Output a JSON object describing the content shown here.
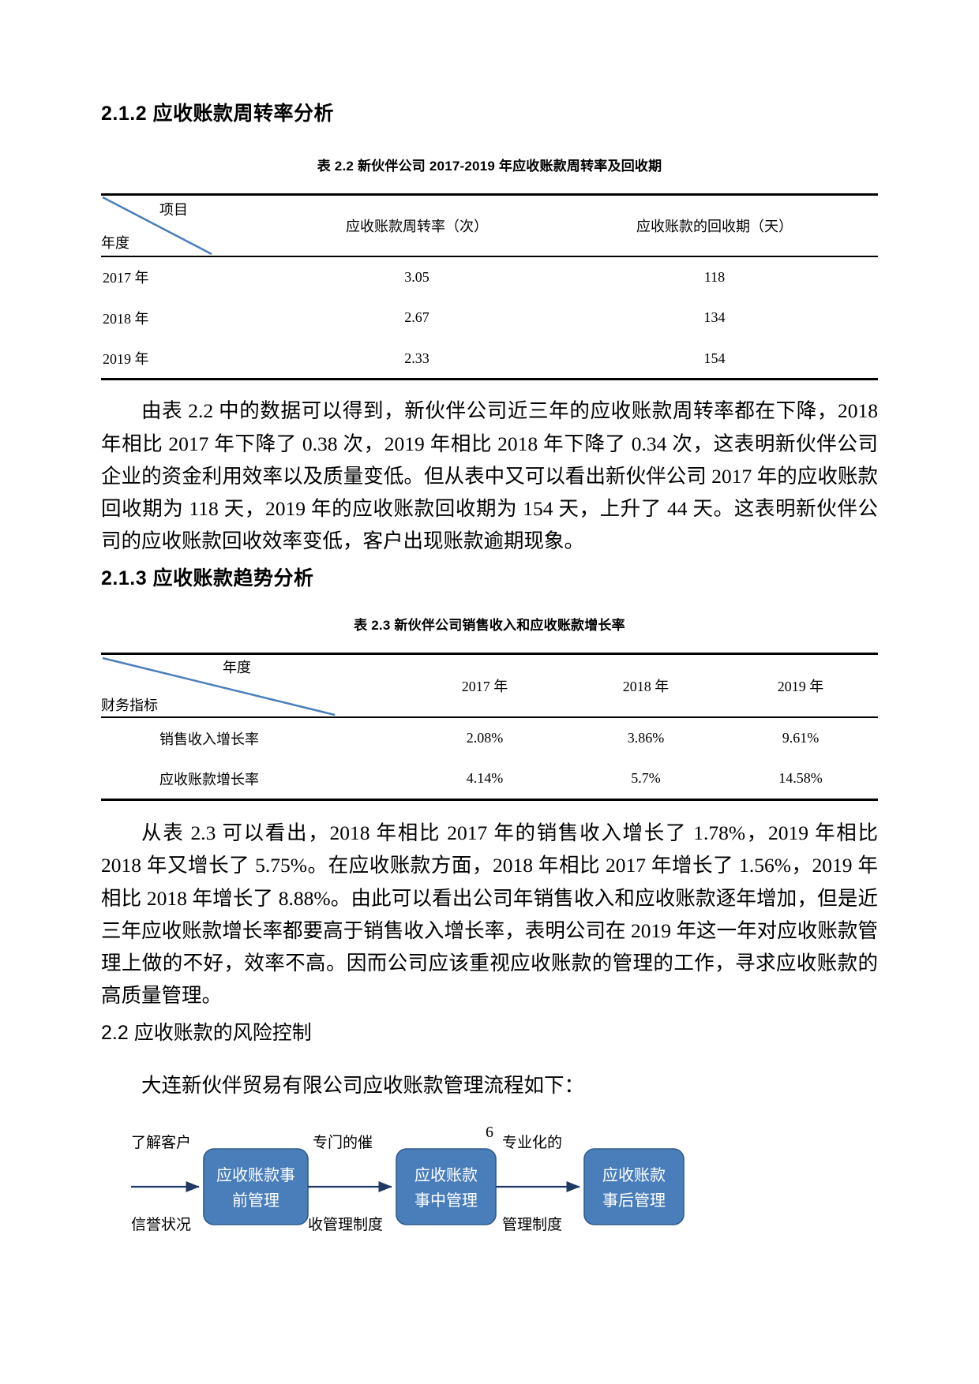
{
  "page": {
    "number": "6"
  },
  "sections": {
    "s212": {
      "heading": "2.1.2 应收账款周转率分析"
    },
    "s213": {
      "heading": "2.1.3 应收账款趋势分析"
    },
    "s22": {
      "heading": "2.2 应收账款的风险控制"
    }
  },
  "table22": {
    "caption": "表 2.2 新伙伴公司 2017-2019 年应收账款周转率及回收期",
    "corner": {
      "upper_label": "项目",
      "lower_label": "年度"
    },
    "columns": [
      "应收账款周转率（次）",
      "应收账款的回收期（天）"
    ],
    "rows": [
      {
        "year": "2017 年",
        "turnover": "3.05",
        "days": "118"
      },
      {
        "year": "2018 年",
        "turnover": "2.67",
        "days": "134"
      },
      {
        "year": "2019 年",
        "turnover": "2.33",
        "days": "154"
      }
    ]
  },
  "table23": {
    "caption": "表 2.3  新伙伴公司销售收入和应收账款增长率",
    "corner": {
      "upper_label": "年度",
      "lower_label": "财务指标"
    },
    "columns": [
      "2017 年",
      "2018 年",
      "2019 年"
    ],
    "rows": [
      {
        "metric": "销售收入增长率",
        "y2017": "2.08%",
        "y2018": "3.86%",
        "y2019": "9.61%"
      },
      {
        "metric": "应收账款增长率",
        "y2017": "4.14%",
        "y2018": "5.7%",
        "y2019": "14.58%"
      }
    ]
  },
  "paragraphs": {
    "p1": "由表 2.2 中的数据可以得到，新伙伴公司近三年的应收账款周转率都在下降，2018 年相比 2017 年下降了 0.38 次，2019 年相比 2018 年下降了 0.34 次，这表明新伙伴公司企业的资金利用效率以及质量变低。但从表中又可以看出新伙伴公司 2017 年的应收账款回收期为 118 天，2019 年的应收账款回收期为 154 天，上升了 44 天。这表明新伙伴公司的应收账款回收效率变低，客户出现账款逾期现象。",
    "p2": "从表 2.3 可以看出，2018 年相比 2017 年的销售收入增长了 1.78%，2019 年相比 2018 年又增长了 5.75%。在应收账款方面，2018 年相比 2017 年增长了 1.56%，2019 年相比 2018 年增长了 8.88%。由此可以看出公司年销售收入和应收账款逐年增加，但是近三年应收账款增长率都要高于销售收入增长率，表明公司在 2019 年这一年对应收账款管理上做的不好，效率不高。因而公司应该重视应收账款的管理的工作，寻求应收账款的高质量管理。",
    "p3": "大连新伙伴贸易有限公司应收账款管理流程如下："
  },
  "flowchart": {
    "boxes": [
      {
        "line1": "应收账款事",
        "line2": "前管理"
      },
      {
        "line1": "应收账款",
        "line2": "事中管理"
      },
      {
        "line1": "应收账款",
        "line2": "事后管理"
      }
    ],
    "edge_labels": [
      {
        "line1": "了解客户",
        "line2": "信誉状况"
      },
      {
        "line1": "专门的催",
        "line2": "收管理制度"
      },
      {
        "line1": "专业化的",
        "line2": "管理制度"
      }
    ],
    "colors": {
      "box_fill": "#4A7EBB",
      "box_stroke": "#2E5C8A",
      "arrow": "#1F3864",
      "diagonal_line": "#4A7EBB"
    }
  }
}
